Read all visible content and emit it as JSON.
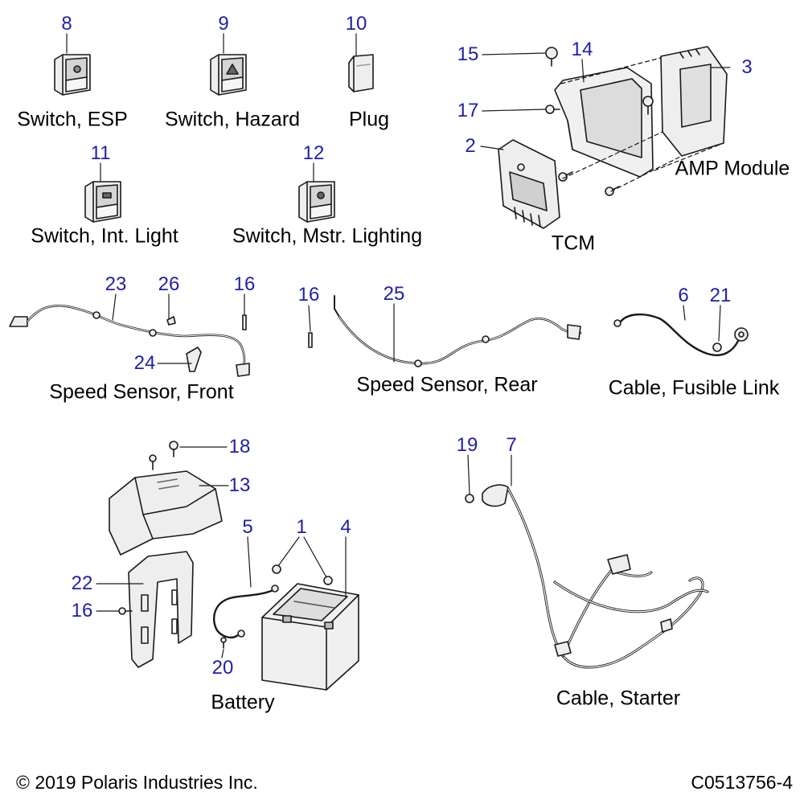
{
  "colors": {
    "callout": "#1f1fa8",
    "line": "#1a1a1a",
    "part_fill": "#eeeeee",
    "part_shade": "#c8c8c8"
  },
  "labels": {
    "switch_esp": "Switch, ESP",
    "switch_hazard": "Switch, Hazard",
    "plug": "Plug",
    "switch_int_light": "Switch, Int. Light",
    "switch_mstr_lighting": "Switch, Mstr. Lighting",
    "amp_module": "AMP Module",
    "tcm": "TCM",
    "speed_sensor_front": "Speed Sensor, Front",
    "speed_sensor_rear": "Speed Sensor, Rear",
    "cable_fusible_link": "Cable, Fusible Link",
    "battery": "Battery",
    "cable_starter": "Cable, Starter"
  },
  "callouts": {
    "c8": "8",
    "c9": "9",
    "c10": "10",
    "c11": "11",
    "c12": "12",
    "c15": "15",
    "c14": "14",
    "c3": "3",
    "c17": "17",
    "c2": "2",
    "c23": "23",
    "c26": "26",
    "c16a": "16",
    "c24": "24",
    "c16b": "16",
    "c25": "25",
    "c6": "6",
    "c21": "21",
    "c18": "18",
    "c13": "13",
    "c5": "5",
    "c1": "1",
    "c4": "4",
    "c22": "22",
    "c16c": "16",
    "c20": "20",
    "c19": "19",
    "c7": "7"
  },
  "footer": {
    "copyright": "© 2019 Polaris Industries Inc.",
    "figure_id": "C0513756-4"
  }
}
